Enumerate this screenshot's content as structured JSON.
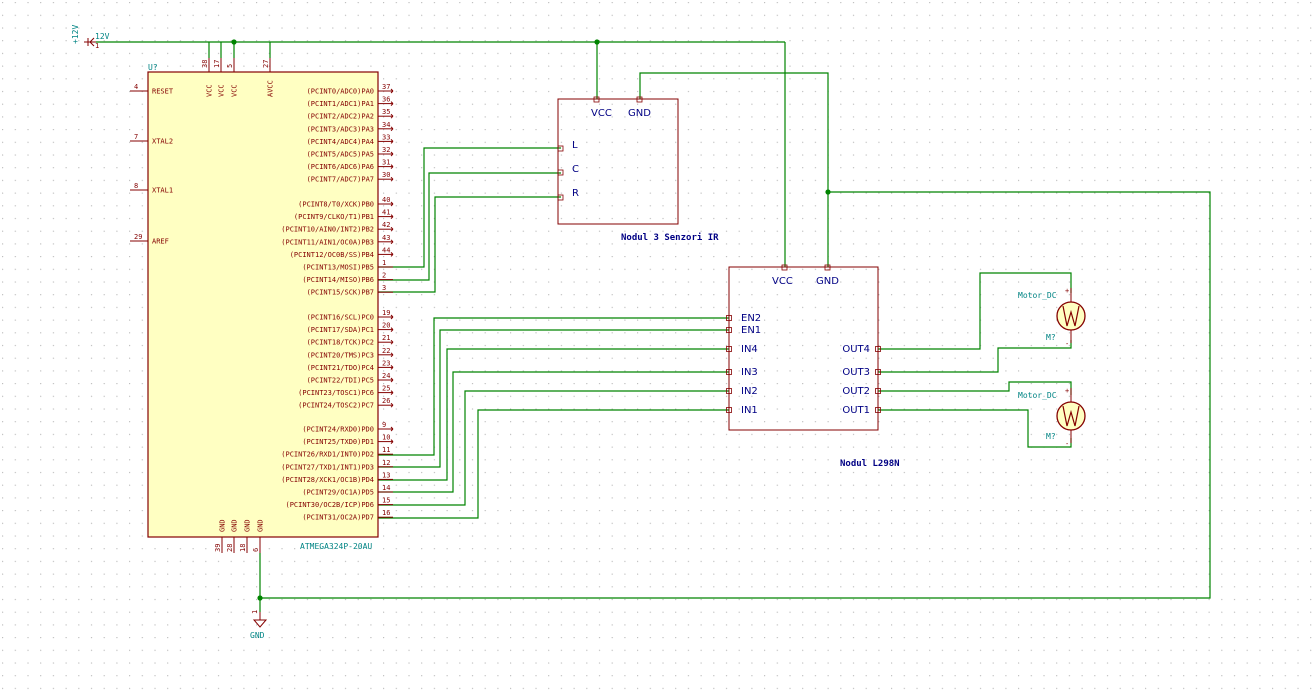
{
  "power": {
    "v12_ref": "+12V",
    "v12_value": "12V",
    "v12_pin": "1",
    "gnd_label": "GND",
    "gnd_pin": "1"
  },
  "mcu": {
    "ref": "U?",
    "part": "ATMEGA324P-20AU",
    "left_pins": [
      {
        "num": "4",
        "name": "RESET"
      },
      {
        "num": "7",
        "name": "XTAL2"
      },
      {
        "num": "8",
        "name": "XTAL1"
      },
      {
        "num": "29",
        "name": "AREF"
      }
    ],
    "top_pins": [
      {
        "num": "38",
        "name": "VCC"
      },
      {
        "num": "17",
        "name": "VCC"
      },
      {
        "num": "5",
        "name": "VCC"
      },
      {
        "num": "27",
        "name": "AVCC"
      }
    ],
    "bottom_pins": [
      {
        "num": "39",
        "name": "GND"
      },
      {
        "num": "28",
        "name": "GND"
      },
      {
        "num": "18",
        "name": "GND"
      },
      {
        "num": "6",
        "name": "GND"
      }
    ],
    "right_pins": [
      {
        "num": "37",
        "name": "(PCINT0/ADC0)PA0"
      },
      {
        "num": "36",
        "name": "(PCINT1/ADC1)PA1"
      },
      {
        "num": "35",
        "name": "(PCINT2/ADC2)PA2"
      },
      {
        "num": "34",
        "name": "(PCINT3/ADC3)PA3"
      },
      {
        "num": "33",
        "name": "(PCINT4/ADC4)PA4"
      },
      {
        "num": "32",
        "name": "(PCINT5/ADC5)PA5"
      },
      {
        "num": "31",
        "name": "(PCINT6/ADC6)PA6"
      },
      {
        "num": "30",
        "name": "(PCINT7/ADC7)PA7"
      },
      {
        "num": "40",
        "name": "(PCINT8/T0/XCK)PB0"
      },
      {
        "num": "41",
        "name": "(PCINT9/CLKO/T1)PB1"
      },
      {
        "num": "42",
        "name": "(PCINT10/AIN0/INT2)PB2"
      },
      {
        "num": "43",
        "name": "(PCINT11/AIN1/OC0A)PB3"
      },
      {
        "num": "44",
        "name": "(PCINT12/OC0B/SS)PB4"
      },
      {
        "num": "1",
        "name": "(PCINT13/MOSI)PB5"
      },
      {
        "num": "2",
        "name": "(PCINT14/MISO)PB6"
      },
      {
        "num": "3",
        "name": "(PCINT15/SCK)PB7"
      },
      {
        "num": "19",
        "name": "(PCINT16/SCL)PC0"
      },
      {
        "num": "20",
        "name": "(PCINT17/SDA)PC1"
      },
      {
        "num": "21",
        "name": "(PCINT18/TCK)PC2"
      },
      {
        "num": "22",
        "name": "(PCINT20/TMS)PC3"
      },
      {
        "num": "23",
        "name": "(PCINT21/TDO)PC4"
      },
      {
        "num": "24",
        "name": "(PCINT22/TDI)PC5"
      },
      {
        "num": "25",
        "name": "(PCINT23/TOSC1)PC6"
      },
      {
        "num": "26",
        "name": "(PCINT24/TOSC2)PC7"
      },
      {
        "num": "9",
        "name": "(PCINT24/RXD0)PD0"
      },
      {
        "num": "10",
        "name": "(PCINT25/TXD0)PD1"
      },
      {
        "num": "11",
        "name": "(PCINT26/RXD1/INT0)PD2"
      },
      {
        "num": "12",
        "name": "(PCINT27/TXD1/INT1)PD3"
      },
      {
        "num": "13",
        "name": "(PCINT28/XCK1/OC1B)PD4"
      },
      {
        "num": "14",
        "name": "(PCINT29/OC1A)PD5"
      },
      {
        "num": "15",
        "name": "(PCINT30/OC2B/ICP)PD6"
      },
      {
        "num": "16",
        "name": "(PCINT31/OC2A)PD7"
      }
    ]
  },
  "ir_module": {
    "title": "Nodul 3 Senzori IR",
    "vcc": "VCC",
    "gnd": "GND",
    "pins": [
      "L",
      "C",
      "R"
    ]
  },
  "l298n": {
    "title": "Nodul L298N",
    "vcc": "VCC",
    "gnd": "GND",
    "inputs": [
      "EN2",
      "EN1",
      "IN4",
      "IN3",
      "IN2",
      "IN1"
    ],
    "outputs": [
      "OUT4",
      "OUT3",
      "OUT2",
      "OUT1"
    ]
  },
  "motors": [
    {
      "label": "Motor_DC",
      "ref": "M?"
    },
    {
      "label": "Motor_DC",
      "ref": "M?"
    }
  ]
}
